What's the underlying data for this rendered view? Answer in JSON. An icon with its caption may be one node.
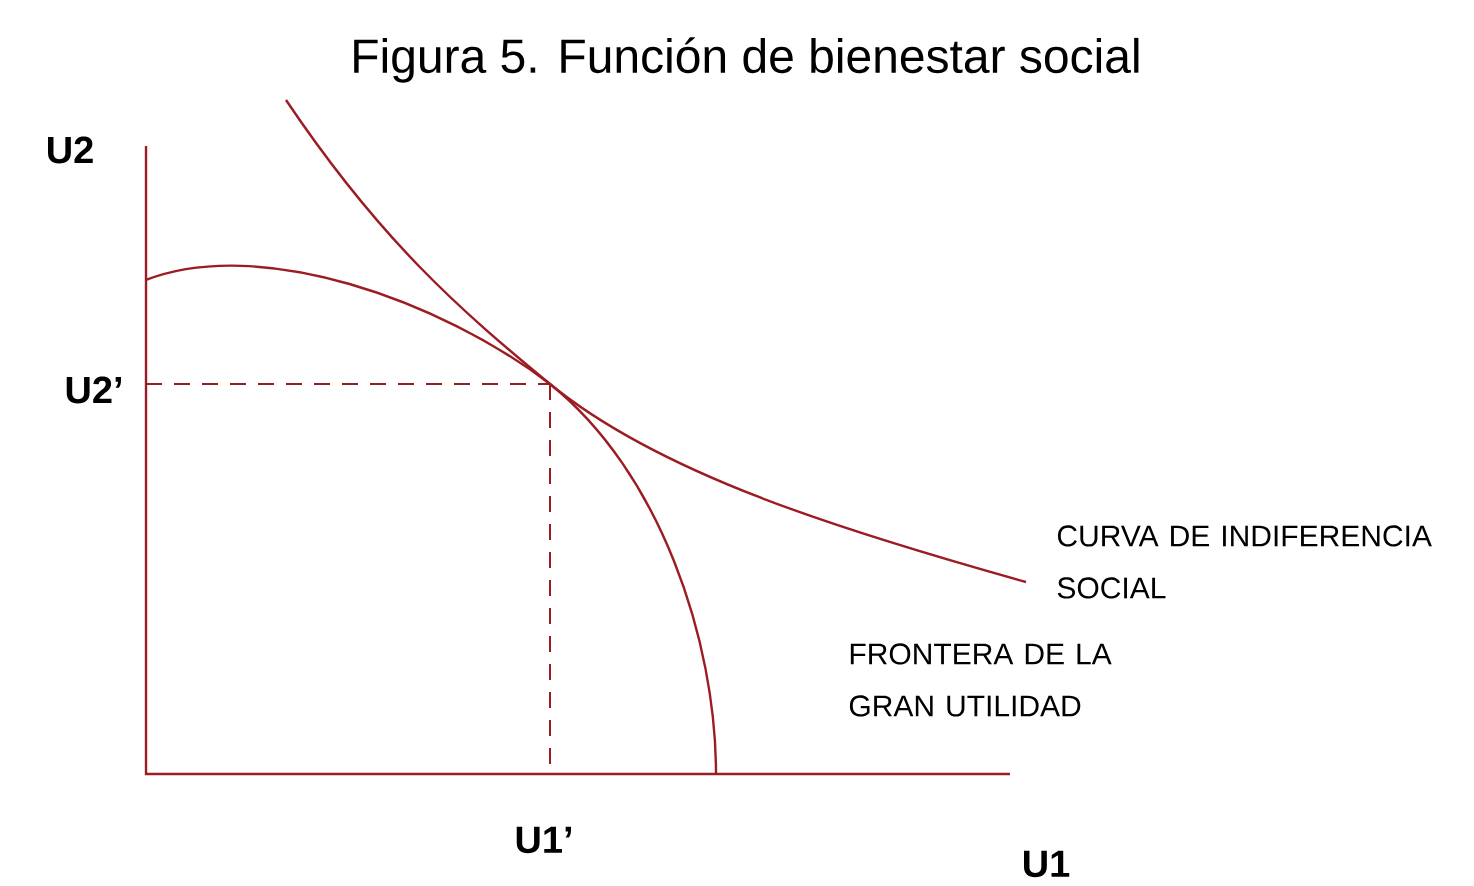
{
  "diagram": {
    "title": "Figura 5. Función de bienestar social",
    "labels": [
      "U2",
      "U2’",
      "U1’",
      "U1",
      "CURVA DE INDIFERENCIA SOCIAL",
      "FRONTERA DE LA GRAN UTILIDAD"
    ]
  }
}
